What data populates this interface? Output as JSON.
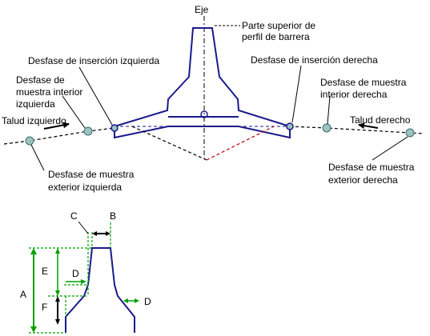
{
  "labels": {
    "eje": "Eje",
    "top_1": "Parte superior de",
    "top_2": "perfil de barrera",
    "ins_left": "Desfase de inserción izquierda",
    "ins_right": "Desfase de inserción derecha",
    "mi_left_1": "Desfase de",
    "mi_left_2": "muestra interior",
    "mi_left_3": "izquierda",
    "mi_right_1": "Desfase de muestra",
    "mi_right_2": "interior derecha",
    "talud_left": "Talud izquierdo",
    "talud_right": "Talud derecho",
    "me_left_1": "Desfase de muestra",
    "me_left_2": "exterior izquierda",
    "me_right_1": "Desfase de muestra",
    "me_right_2": "exterior derecha"
  },
  "dims": {
    "A": "A",
    "B": "B",
    "C": "C",
    "D": "D",
    "E": "E",
    "F": "F"
  },
  "colors": {
    "barrier": "#1a1a8c",
    "dim": "#00a000",
    "axis": "#000000",
    "fill_red": "#c00000",
    "point_fill": "#9cc3c0"
  }
}
